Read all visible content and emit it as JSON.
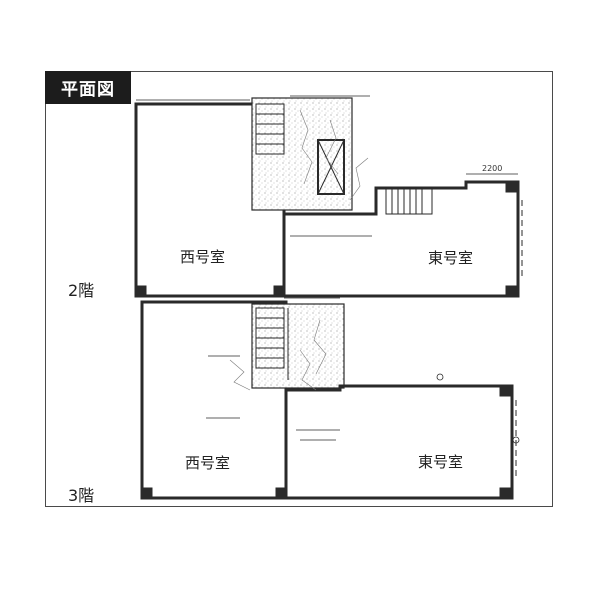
{
  "header": {
    "title": "平面図"
  },
  "floors": [
    {
      "label": "2階",
      "rooms": [
        {
          "name": "西号室"
        },
        {
          "name": "東号室"
        }
      ],
      "dimension": "2200"
    },
    {
      "label": "3階",
      "rooms": [
        {
          "name": "西号室"
        },
        {
          "name": "東号室"
        }
      ]
    }
  ],
  "colors": {
    "ink": "#2a2a2a",
    "tag_bg": "#1c1c1c",
    "tag_text": "#ffffff",
    "hatch": "#7a7a7a"
  }
}
